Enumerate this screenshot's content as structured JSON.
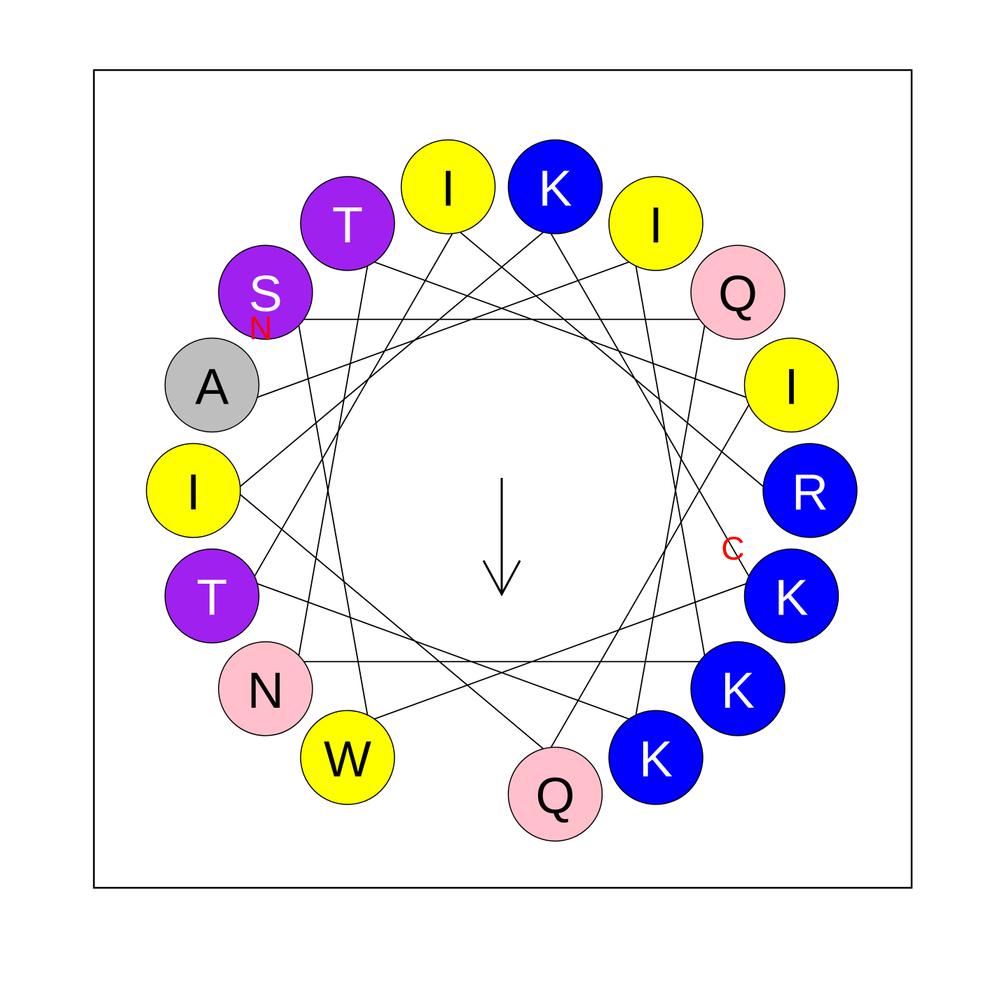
{
  "sequence": [
    "A",
    "I",
    "K",
    "N",
    "T",
    "I",
    "Q",
    "I",
    "K",
    "K",
    "W",
    "S",
    "Q",
    "K",
    "T",
    "I",
    "R"
  ],
  "residue_classes": [
    "gray",
    "yellow",
    "blue",
    "pink",
    "purple",
    "yellow",
    "pink",
    "yellow",
    "blue",
    "blue",
    "yellow",
    "purple",
    "pink",
    "blue",
    "purple",
    "yellow",
    "blue"
  ],
  "class_colors": {
    "yellow": {
      "fill": "#ffff00",
      "text": "#000000"
    },
    "blue": {
      "fill": "#0000ff",
      "text": "#ffffff"
    },
    "pink": {
      "fill": "#ffc0cb",
      "text": "#000000"
    },
    "purple": {
      "fill": "#a020f0",
      "text": "#ffffff"
    },
    "gray": {
      "fill": "#bebebe",
      "text": "#000000"
    }
  },
  "angle_step_deg": 100,
  "first_residue_angle_deg": 200,
  "n_terminus_label": "N",
  "c_terminus_label": "C",
  "terminus_color": "#ff0000",
  "hydrophobic_moment_direction_deg": 270
}
